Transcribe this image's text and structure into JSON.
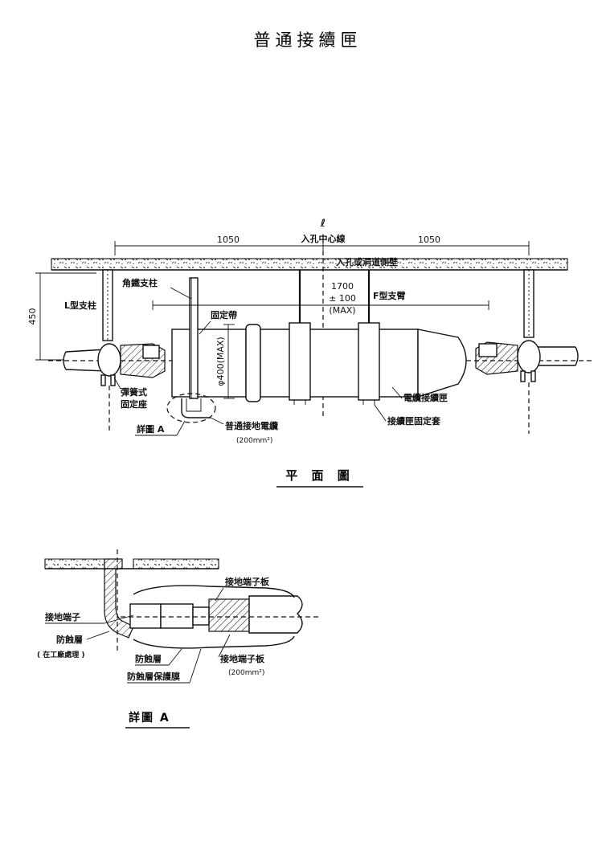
{
  "title": "普通接續匣",
  "plan": {
    "caption": "平 面 圖",
    "centerline_mark": "ℓ",
    "centerline_label": "入孔中心線",
    "dim_left": "1050",
    "dim_right": "1050",
    "wall_label": "入孔或洞道側壁",
    "height_dim": "450",
    "span_dim": [
      "1700",
      "± 100",
      "(MAX)"
    ],
    "diameter_dim": "φ400(MAX)",
    "labels": {
      "l_support": "L型支柱",
      "angle_post": "角鐵支柱",
      "fixing_band": "固定帶",
      "f_arm": "F型支臂",
      "spring_mount_1": "彈簧式",
      "spring_mount_2": "固定座",
      "detail_a": "詳圖 A",
      "ground_cable": "普通接地電纜",
      "ground_cable_size": "(200mm²)",
      "joint_box": "電纜接續匣",
      "joint_sleeve": "接續匣固定套"
    }
  },
  "detail": {
    "caption": "詳圖 A",
    "labels": {
      "terminal_plate_top": "接地端子板",
      "ground_terminal": "接地端子",
      "anticorrosion": "防蝕層",
      "factory_note": "( 在工廠處理 )",
      "anticorrosion_2": "防蝕層",
      "protect_film": "防蝕層保護膜",
      "terminal_plate_bottom": "接地端子板",
      "size": "(200mm²)"
    }
  }
}
